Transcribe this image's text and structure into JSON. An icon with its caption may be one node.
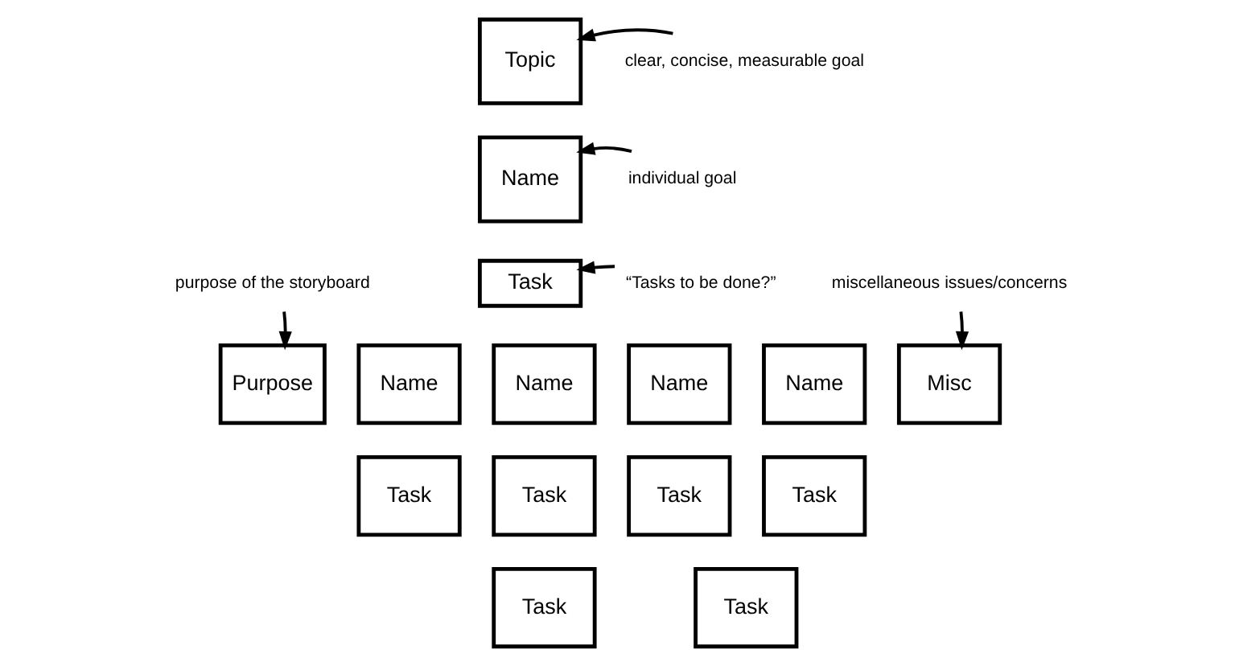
{
  "diagram": {
    "nodes": [
      {
        "text": [
          "Topic"
        ]
      },
      {
        "text": [
          "clear, concise, measurable goal"
        ]
      },
      {
        "text": [
          "Name"
        ]
      },
      {
        "text": [
          "individual goal"
        ]
      },
      {
        "text": [
          "Task"
        ]
      },
      {
        "text": [
          "“Tasks to be done?”"
        ]
      },
      {
        "text": [
          "purpose of the storyboard"
        ]
      },
      {
        "text": [
          "miscellaneous issues/concerns"
        ]
      },
      {
        "text": [
          "Purpose"
        ]
      },
      {
        "text": [
          "Name"
        ]
      },
      {
        "text": [
          "Name"
        ]
      },
      {
        "text": [
          "Name"
        ]
      },
      {
        "text": [
          "Name"
        ]
      },
      {
        "text": [
          "Misc"
        ]
      },
      {
        "text": [
          "Task"
        ]
      },
      {
        "text": [
          "Task"
        ]
      },
      {
        "text": [
          "Task"
        ]
      },
      {
        "text": [
          "Task"
        ]
      },
      {
        "text": [
          "Task"
        ]
      },
      {
        "text": [
          "Task"
        ]
      }
    ],
    "edges": [
      {
        "from": 1,
        "to": 0,
        "arrow": "to"
      },
      {
        "from": 3,
        "to": 2,
        "arrow": "to"
      },
      {
        "from": 5,
        "to": 4,
        "arrow": "to"
      },
      {
        "from": 6,
        "to": 8,
        "arrow": "to"
      },
      {
        "from": 7,
        "to": 13,
        "arrow": "to"
      }
    ]
  }
}
